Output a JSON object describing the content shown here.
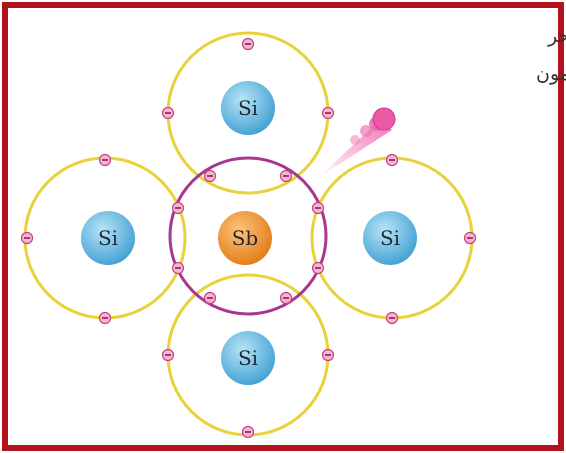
{
  "caption": {
    "line1": "إلكترون توصيل حر",
    "line2": "من ذرة الأنتيمون"
  },
  "atoms": {
    "top": "Si",
    "left": "Si",
    "center": "Sb",
    "right": "Si",
    "bottom": "Si"
  },
  "electron_symbol": "⊖",
  "colors": {
    "frame": "#b0141a",
    "si_orbit": "#e8d23a",
    "sb_orbit": "#a8378f",
    "si_nucleus": "#5ab5e2",
    "sb_nucleus": "#ef8c2a",
    "electron": "#d9579c",
    "free_electron": "#ec5aa5"
  }
}
